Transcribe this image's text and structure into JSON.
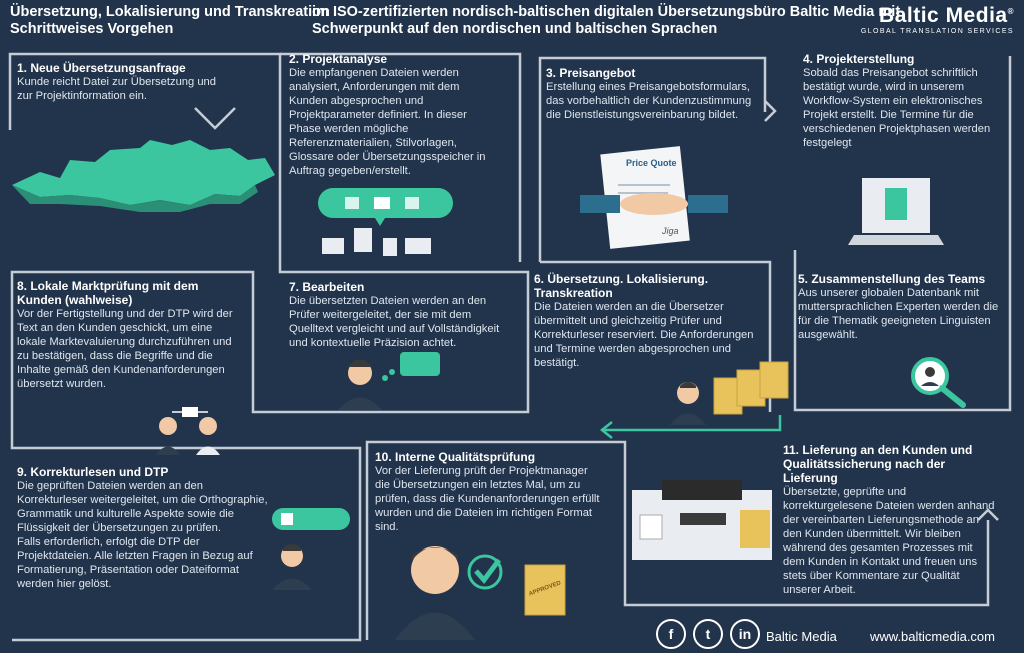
{
  "header": {
    "title_left_1": "Übersetzung, Lokalisierung und Transkreation",
    "title_left_2": "Schrittweises Vorgehen",
    "title_mid_1": "im ISO-zertifizierten nordisch-baltischen digitalen Übersetzungsbüro Baltic Media mit",
    "title_mid_2": "Schwerpunkt auf den nordischen und baltischen Sprachen",
    "logo_name": "Baltic Media",
    "logo_mark": "®",
    "logo_sub": "GLOBAL TRANSLATION SERVICES"
  },
  "steps": [
    {
      "title": "1.  Neue Übersetzungsanfrage",
      "text": "Kunde reicht Datei zur Übersetzung und zur Projektinformation ein."
    },
    {
      "title": "2.  Projektanalyse",
      "text": "Die empfangenen Dateien werden analysiert, Anforderungen mit dem Kunden abgesprochen und Projektparameter definiert. In dieser Phase werden mögliche Referenzmaterialien, Stilvorlagen, Glossare oder Übersetzungsspeicher in Auftrag gegeben/erstellt."
    },
    {
      "title": "3.  Preisangebot",
      "text": "Erstellung eines Preisangebotsformulars, das vorbehaltlich der Kundenzustimmung die Dienstleistungsvereinbarung bildet."
    },
    {
      "title": "4.  Projekterstellung",
      "text": "Sobald das Preisangebot schriftlich bestätigt wurde, wird in unserem Workflow-System ein elektronisches Projekt erstellt. Die Termine für die verschiedenen Projektphasen werden festgelegt"
    },
    {
      "title": "5.  Zusammenstellung des Teams",
      "text": "Aus unserer globalen Datenbank mit muttersprachlichen Experten werden die für die Thematik geeigneten Linguisten ausgewählt."
    },
    {
      "title": "6.  Übersetzung. Lokalisierung. Transkreation",
      "text": "Die Dateien werden an die Übersetzer übermittelt und gleichzeitig Prüfer und Korrekturleser reserviert. Die Anforderungen und Termine werden abgesprochen und bestätigt."
    },
    {
      "title": "7.  Bearbeiten",
      "text": "Die übersetzten Dateien werden an den Prüfer weitergeleitet, der sie mit dem Quelltext vergleicht und auf Vollständigkeit und kontextuelle Präzision achtet."
    },
    {
      "title": "8.  Lokale Marktprüfung mit dem Kunden (wahlweise)",
      "text": "Vor der Fertigstellung und der DTP wird der Text an den Kunden geschickt, um eine lokale Marktevaluierung durchzuführen und zu bestätigen, dass die Begriffe und die Inhalte gemäß den Kundenanforderungen übersetzt wurden."
    },
    {
      "title": "9.  Korrekturlesen und DTP",
      "text": "Die geprüften Dateien werden an den Korrekturleser weitergeleitet, um die Orthographie, Grammatik und kulturelle Aspekte sowie die Flüssigkeit der Übersetzungen zu prüfen.",
      "text2": "Falls erforderlich, erfolgt die DTP der Projektdateien. Alle letzten Fragen in Bezug auf Formatierung, Präsentation oder Dateiformat werden hier gelöst."
    },
    {
      "title": "10. Interne Qualitätsprüfung",
      "text": "Vor der Lieferung prüft der Projektmanager die Übersetzungen ein letztes Mal, um zu prüfen, dass die Kundenanforderungen erfüllt wurden und die Dateien im richtigen Format sind."
    },
    {
      "title": "11.  Lieferung an den Kunden und Qualitätssicherung nach der Lieferung",
      "text": "Übersetzte, geprüfte und korrekturgelesene Dateien werden anhand der vereinbarten Lieferungsmethode an den Kunden übermittelt. Wir bleiben während des gesamten Prozesses mit dem Kunden in Kontakt und freuen uns stets über Kommentare zur Qualität unserer Arbeit."
    }
  ],
  "illustrations": {
    "price_quote_label": "Price Quote",
    "signature": "Jiga",
    "approved_stamp": "APPROVED"
  },
  "footer": {
    "facebook": "f",
    "twitter": "t",
    "linkedin": "in",
    "company": "Baltic Media",
    "url": "www.balticmedia.com"
  },
  "colors": {
    "background": "#22344c",
    "path": "#c8cdd3",
    "accent": "#3cc6a0",
    "folder": "#e8c25a"
  },
  "icons": [
    "europe-map-icon",
    "document-icon",
    "handshake-icon",
    "laptop-icon",
    "magnifier-icon",
    "person-icon",
    "checkmark-icon",
    "approved-folder-icon",
    "workstation-icon",
    "facebook-icon",
    "twitter-icon",
    "linkedin-icon"
  ]
}
